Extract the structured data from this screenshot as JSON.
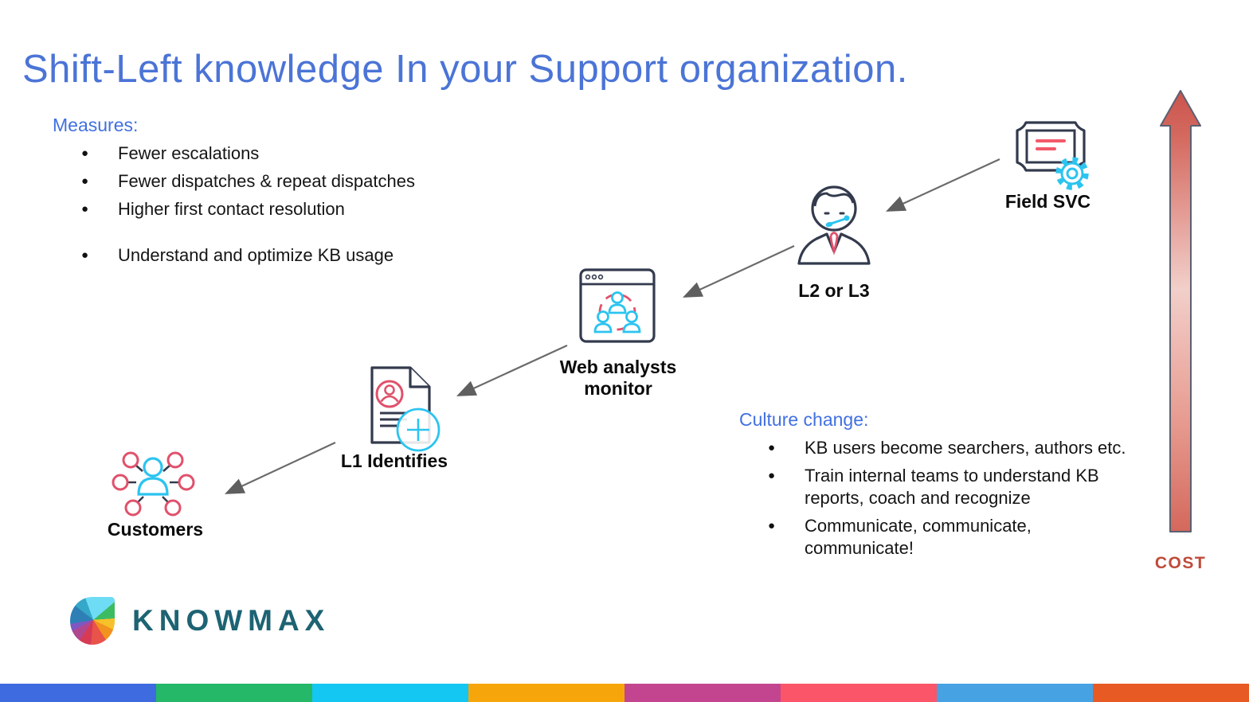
{
  "slide": {
    "title": "Shift-Left knowledge In your Support organization.",
    "title_color": "#4b74d6"
  },
  "glyphs": {
    "bullet": "●"
  },
  "measures": {
    "heading": "Measures:",
    "items": [
      "Fewer escalations",
      "Fewer dispatches & repeat dispatches",
      "Higher first contact resolution",
      "Understand and optimize KB usage"
    ]
  },
  "culture": {
    "heading": "Culture change:",
    "items": [
      "KB users become searchers, authors etc.",
      "Train internal teams to understand KB\nreports, coach and recognize",
      "Communicate, communicate,\ncommunicate!"
    ]
  },
  "flow": {
    "nodes": [
      {
        "label": "Customers",
        "icon": "customers-network-icon"
      },
      {
        "label": "L1 Identifies",
        "icon": "document-search-icon"
      },
      {
        "label": "Web analysts\nmonitor",
        "icon": "browser-team-icon"
      },
      {
        "label": "L2 or L3",
        "icon": "support-agent-icon"
      },
      {
        "label": "Field SVC",
        "icon": "certificate-gear-icon"
      }
    ]
  },
  "cost": {
    "label": "COST",
    "accent_color": "#bf4b3a"
  },
  "logo": {
    "text": "KNOWMAX",
    "brand_color": "#1d6373"
  },
  "footer_stripe": {
    "colors": [
      "#3e6be0",
      "#25b868",
      "#14c6f2",
      "#f6a60a",
      "#c4458f",
      "#fa5568",
      "#47a2e4",
      "#e85a24"
    ]
  }
}
